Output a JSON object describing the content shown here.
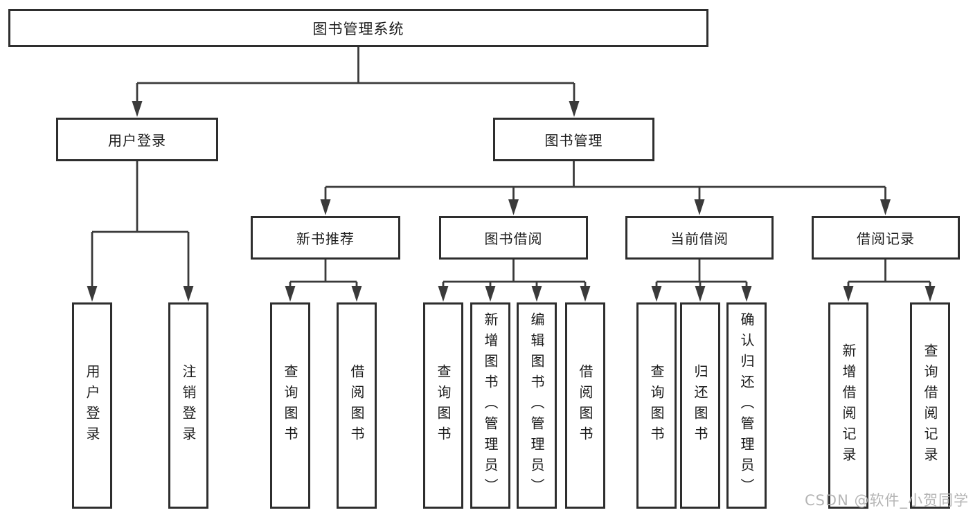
{
  "nodes": {
    "root": "图书管理系统",
    "user_login": "用户登录",
    "book_mgmt": "图书管理",
    "new_book_rec": "新书推荐",
    "book_borrow": "图书借阅",
    "current_borrow": "当前借阅",
    "borrow_record": "借阅记录",
    "leaf_user_login": "用户登录",
    "leaf_logout": "注销登录",
    "nb_query_book": "查询图书",
    "nb_borrow_book": "借阅图书",
    "bb_query_book": "查询图书",
    "bb_add_book": "新增图书（管理员）",
    "bb_edit_book": "编辑图书（管理员）",
    "bb_borrow_book": "借阅图书",
    "cb_query_book": "查询图书",
    "cb_return_book": "归还图书",
    "cb_confirm_return": "确认归还（管理员）",
    "br_add_record": "新增借阅记录",
    "br_query_record": "查询借阅记录"
  },
  "watermark": "CSDN @软件_小贺同学",
  "colors": {
    "line": "#3a3a3a",
    "box_border": "#2e2e2e",
    "text": "#1b1b1b",
    "watermark": "#b5b5b5"
  }
}
